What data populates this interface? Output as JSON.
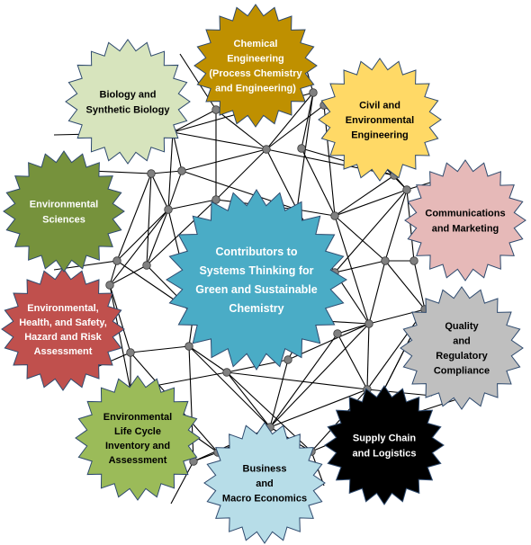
{
  "center": {
    "lines": [
      "Contributors to",
      "Systems Thinking for",
      "Green and Sustainable",
      "Chemistry"
    ],
    "color": "#4aacc6",
    "text_color": "#ffffff"
  },
  "disciplines": [
    {
      "id": "chemical-engineering",
      "lines": [
        "Chemical",
        "Engineering",
        "(Process Chemistry",
        "and Engineering)"
      ],
      "color": "#bf9000",
      "text_color": "#ffffff"
    },
    {
      "id": "civil-environmental-engineering",
      "lines": [
        "Civil and",
        "Environmental",
        "Engineering"
      ],
      "color": "#ffd966",
      "text_color": "#000000"
    },
    {
      "id": "communications-marketing",
      "lines": [
        "Communications",
        "and Marketing"
      ],
      "color": "#e6b9b8",
      "text_color": "#000000"
    },
    {
      "id": "quality-regulatory-compliance",
      "lines": [
        "Quality",
        "and",
        "Regulatory",
        "Compliance"
      ],
      "color": "#bfbfbf",
      "text_color": "#000000"
    },
    {
      "id": "supply-chain-logistics",
      "lines": [
        "Supply Chain",
        "and Logistics"
      ],
      "color": "#000000",
      "text_color": "#ffffff"
    },
    {
      "id": "business-macro-economics",
      "lines": [
        "Business",
        "and",
        "Macro Economics"
      ],
      "color": "#b7dde8",
      "text_color": "#000000"
    },
    {
      "id": "environmental-lca",
      "lines": [
        "Environmental",
        "Life Cycle",
        "Inventory and",
        "Assessment"
      ],
      "color": "#9bbb59",
      "text_color": "#000000"
    },
    {
      "id": "ehs-risk-assessment",
      "lines": [
        "Environmental,",
        "Health, and Safety,",
        "Hazard and Risk",
        "Assessment"
      ],
      "color": "#c0504d",
      "text_color": "#ffffff"
    },
    {
      "id": "environmental-sciences",
      "lines": [
        "Environmental",
        "Sciences"
      ],
      "color": "#76923c",
      "text_color": "#ffffff"
    },
    {
      "id": "biology-synthetic-biology",
      "lines": [
        "Biology and",
        "Synthetic Biology"
      ],
      "color": "#d7e4bd",
      "text_color": "#000000"
    }
  ]
}
